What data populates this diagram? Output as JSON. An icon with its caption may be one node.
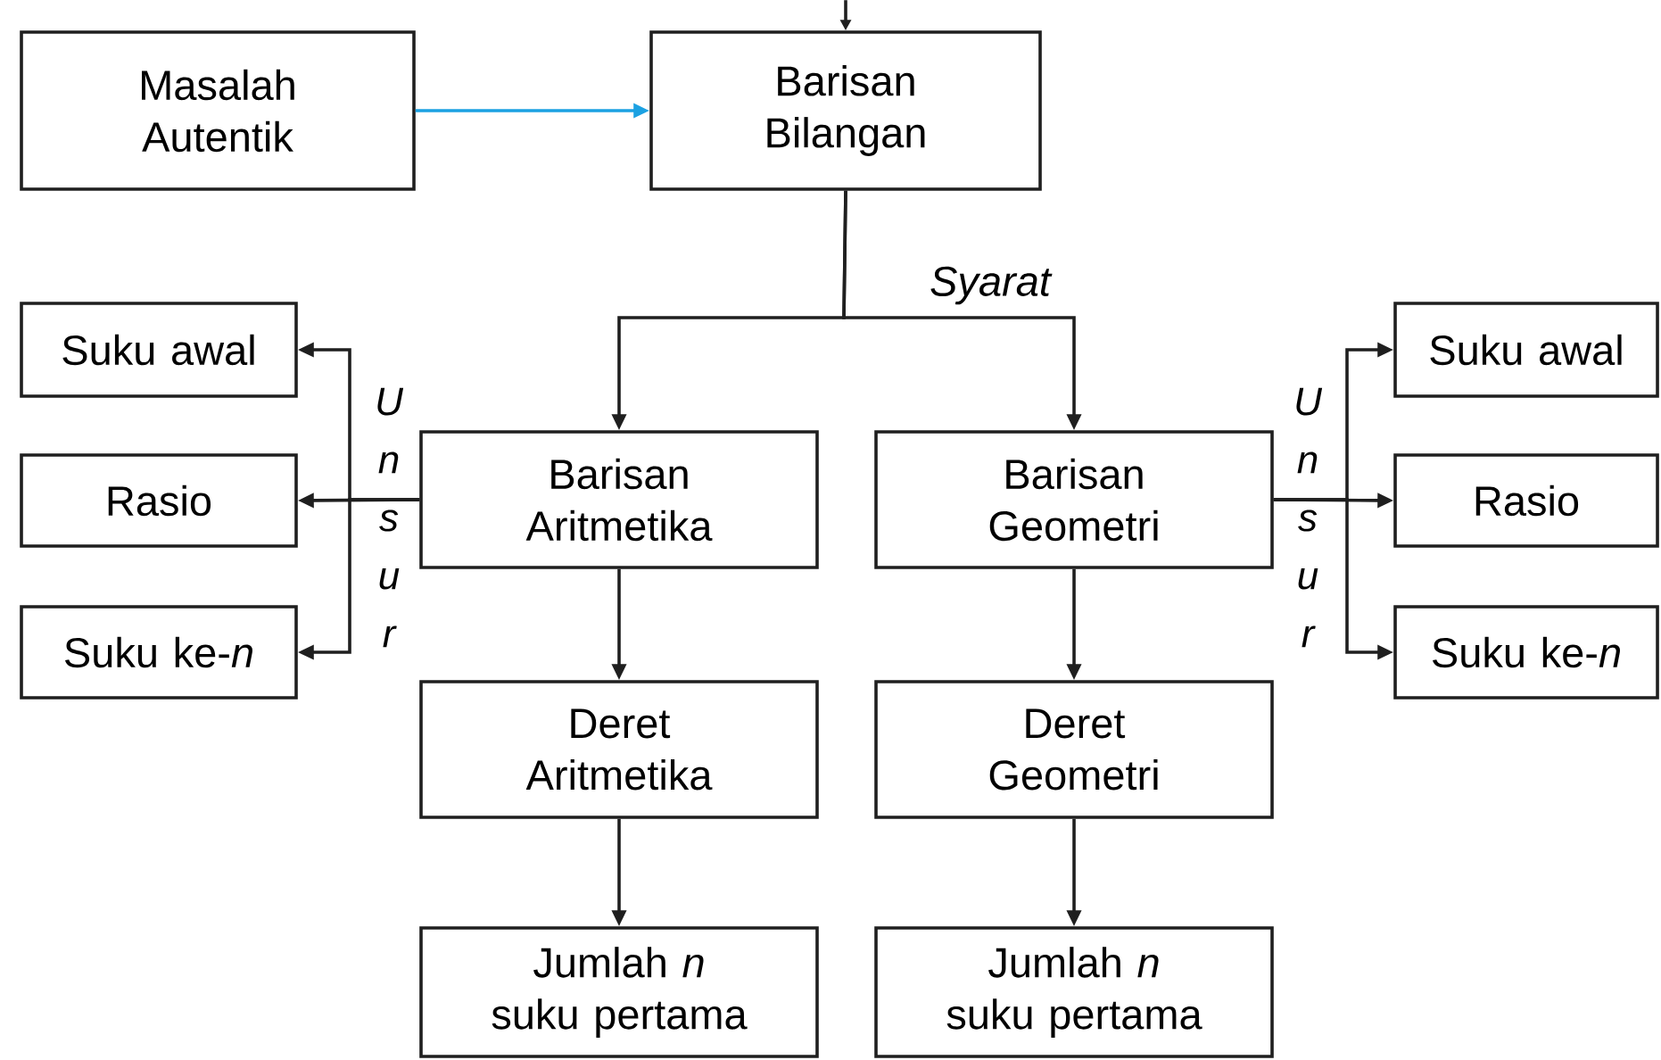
{
  "diagram": {
    "nodes": [
      {
        "text": [
          "Masalah Autentik"
        ]
      },
      {
        "text": [
          "Barisan Bilangan"
        ]
      },
      {
        "text": [
          "Barisan Aritmetika"
        ]
      },
      {
        "text": [
          "Barisan Geometri"
        ]
      },
      {
        "text": [
          "Suku awal"
        ]
      },
      {
        "text": [
          "Rasio"
        ]
      },
      {
        "text": [
          "Suku ke-*n*"
        ]
      },
      {
        "text": [
          "Suku awal"
        ]
      },
      {
        "text": [
          "Rasio"
        ]
      },
      {
        "text": [
          "Suku ke-*n*"
        ]
      },
      {
        "text": [
          "Deret Aritmetika"
        ]
      },
      {
        "text": [
          "Deret Geometri"
        ]
      },
      {
        "text": [
          "Jumlah *n* suku pertama"
        ]
      },
      {
        "text": [
          "Jumlah *n* suku pertama"
        ]
      }
    ],
    "edges": [
      {
        "from": 0,
        "to": 1,
        "arrow": "to",
        "color": "#1ba1e2"
      },
      {
        "from": null,
        "to": 1,
        "arrow": "to"
      },
      {
        "from": 1,
        "to": 2,
        "arrow": "to"
      },
      {
        "from": 1,
        "to": 3,
        "arrow": "to"
      },
      {
        "from": 2,
        "to": 4,
        "arrow": "to"
      },
      {
        "from": 2,
        "to": 5,
        "arrow": "to"
      },
      {
        "from": 2,
        "to": 6,
        "arrow": "to"
      },
      {
        "from": 3,
        "to": 7,
        "arrow": "to"
      },
      {
        "from": 3,
        "to": 8,
        "arrow": "to"
      },
      {
        "from": 3,
        "to": 9,
        "arrow": "to"
      },
      {
        "from": 2,
        "to": 10,
        "arrow": "to"
      },
      {
        "from": 3,
        "to": 11,
        "arrow": "to"
      },
      {
        "from": 10,
        "to": 12,
        "arrow": "to"
      },
      {
        "from": 11,
        "to": 13,
        "arrow": "to"
      }
    ],
    "labels": [
      "Syarat",
      "Unsur",
      "Unsur"
    ]
  }
}
